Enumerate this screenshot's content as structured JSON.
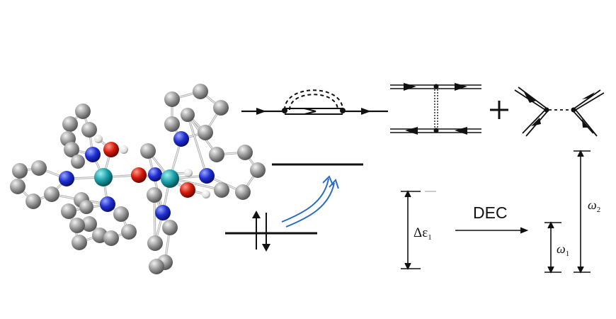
{
  "labels": {
    "dec": "DEC",
    "delta_eps": "Δε",
    "delta_eps_sub": "1",
    "omega1": "ω",
    "omega1_sub": "1",
    "omega2": "ω",
    "omega2_sub": "2"
  },
  "colors": {
    "atom_carbon": "#9a9a9a",
    "atom_nitrogen": "#1f2fd0",
    "atom_oxygen": "#d41a0a",
    "atom_metal": "#1aa0a8",
    "atom_hydrogen": "#e8e8e8",
    "excitation_arrow": "#2a6cc8",
    "line": "#111111"
  },
  "icons": {
    "molecule": "ball-and-stick-molecule",
    "excitation": "curved-blue-arrow",
    "spin_pair": "up-down-spin-arrows"
  }
}
